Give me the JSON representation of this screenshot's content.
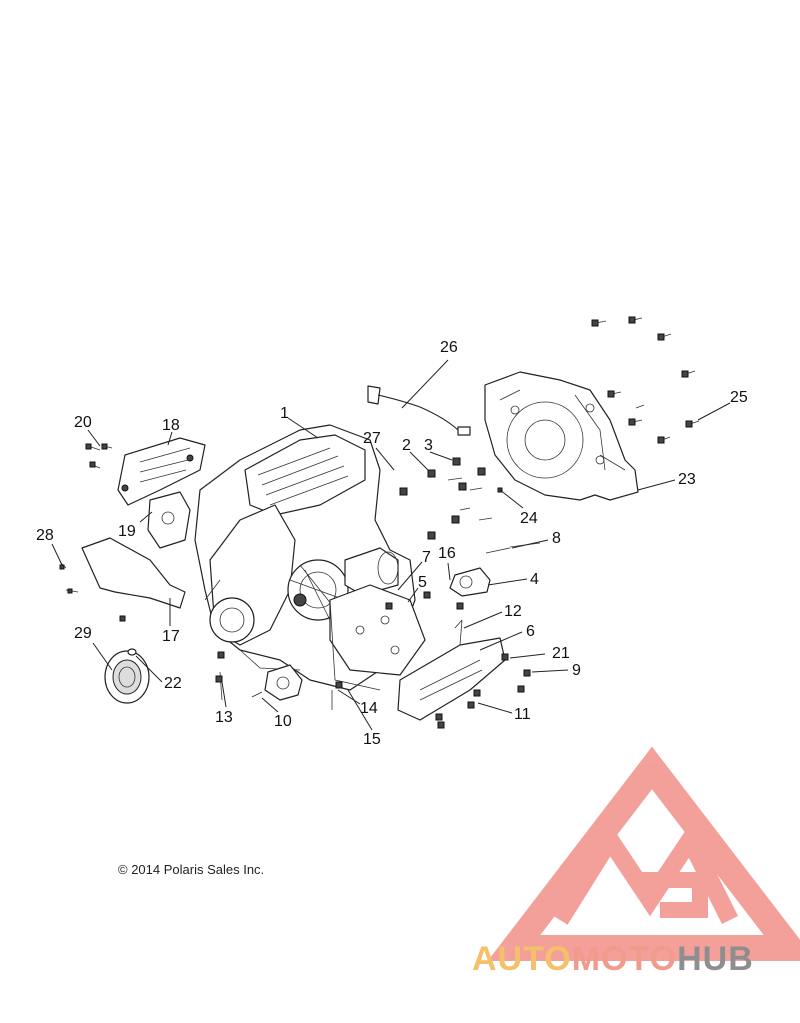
{
  "diagram": {
    "callouts": [
      "1",
      "2",
      "3",
      "4",
      "5",
      "6",
      "7",
      "8",
      "9",
      "10",
      "11",
      "12",
      "13",
      "14",
      "15",
      "16",
      "17",
      "18",
      "19",
      "20",
      "21",
      "22",
      "23",
      "24",
      "25",
      "26",
      "27",
      "28",
      "29"
    ]
  },
  "copyright": "© 2014 Polaris Sales Inc.",
  "watermark": {
    "part1": "AUTO",
    "part2": "MOTO",
    "part3": "HUB",
    "colors": {
      "auto": "#f4c06a",
      "moto": "#f29a8c",
      "hub": "#8e8e8e",
      "logo": "#f2908a"
    }
  }
}
